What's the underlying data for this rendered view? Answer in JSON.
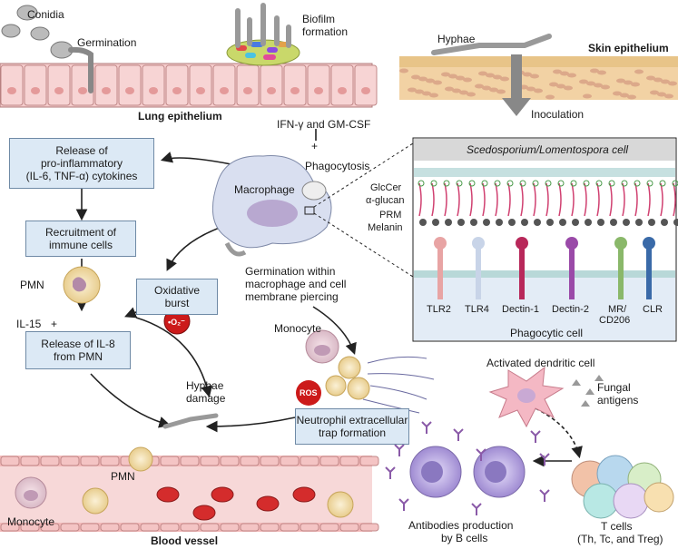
{
  "top_left": {
    "conidia": "Conidia",
    "germination": "Germination",
    "biofilm_line1": "Biofilm",
    "biofilm_line2": "formation",
    "lung_epithelium": "Lung epithelium"
  },
  "top_right": {
    "hyphae": "Hyphae",
    "skin_epithelium": "Skin epithelium",
    "inoculation": "Inoculation"
  },
  "center": {
    "ifn_gmcsf": "IFN-γ and GM-CSF",
    "plus": "+",
    "phagocytosis": "Phagocytosis",
    "macrophage": "Macrophage",
    "germination_line1": "Germination within",
    "germination_line2": "macrophage and cell",
    "germination_line3": "membrane piercing",
    "monocyte": "Monocyte",
    "ros": "ROS",
    "net_line1": "Neutrophil extracellular",
    "net_line2": "trap formation",
    "hyphae_damage_line1": "Hyphae",
    "hyphae_damage_line2": "damage"
  },
  "left": {
    "release_line1": "Release of",
    "release_line2": "pro-inflammatory",
    "release_line3": "(IL-6, TNF-α) cytokines",
    "recruit_line1": "Recruitment of",
    "recruit_line2": "immune cells",
    "pmn": "PMN",
    "il15": "IL-15",
    "plus": "+",
    "il8_line1": "Release of IL-8",
    "il8_line2": "from PMN",
    "oxidative_line1": "Oxidative",
    "oxidative_line2": "burst",
    "superoxide": "•O₂⁻"
  },
  "cell_panel": {
    "title": "Scedosporium/Lomentospora cell",
    "glccer": "GlcCer",
    "alpha_glucan": "α-glucan",
    "prm": "PRM",
    "melanin": "Melanin",
    "receptors": [
      "TLR2",
      "TLR4",
      "Dectin-1",
      "Dectin-2",
      "MR/\nCD206",
      "CLR"
    ],
    "receptor_line1": [
      "TLR2",
      "TLR4",
      "Dectin-1",
      "Dectin-2",
      "MR/",
      "CLR"
    ],
    "receptor_line2": [
      "",
      "",
      "",
      "",
      "CD206",
      ""
    ],
    "phagocytic_cell": "Phagocytic cell"
  },
  "right": {
    "activated_dc": "Activated dendritic cell",
    "fungal_line1": "Fungal",
    "fungal_line2": "antigens",
    "tcells_line1": "T cells",
    "tcells_line2": "(Th, Tc, and Treg)",
    "antibodies_line1": "Antibodies production",
    "antibodies_line2": "by B cells"
  },
  "bottom": {
    "pmn": "PMN",
    "monocyte": "Monocyte",
    "blood_vessel": "Blood vessel"
  },
  "colors": {
    "epithelium": "#f2c4c4",
    "box_fill": "#dce9f5",
    "panel_fill": "#e3ecf6",
    "ros_red": "#cc1a1a",
    "blood_cell": "#d42c2c",
    "b_cell": "#b9a7dc"
  }
}
